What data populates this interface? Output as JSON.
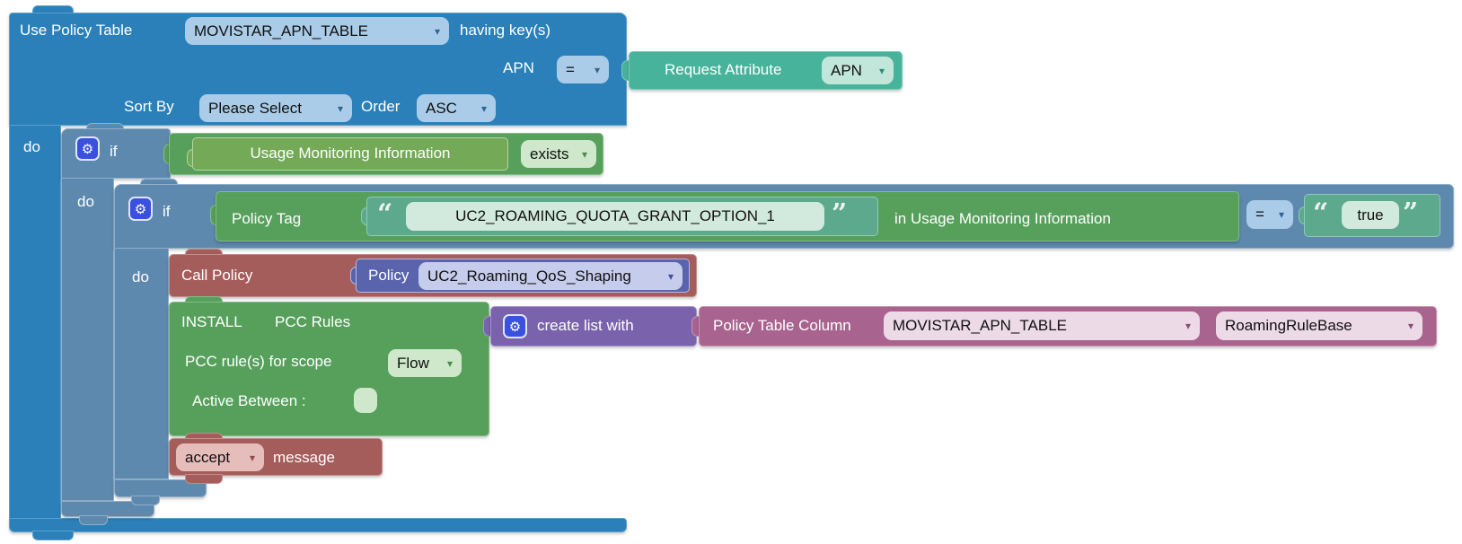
{
  "colors": {
    "workspace_bg": "#ffffff",
    "policy_table_blue": "#2b80ba",
    "if_steel_blue": "#5d89ae",
    "statement_green": "#57a05c",
    "operand_green": "#74a958",
    "request_attr_teal": "#47b39b",
    "string_teal": "#5ca98e",
    "action_red": "#a55d5b",
    "list_purple": "#7a63ac",
    "policy_indigo": "#5a64ad",
    "table_column_mauve": "#a9638f",
    "gear_blue": "#3a50e0"
  },
  "icons": {
    "gear": "⚙",
    "dropdown_arrow": "▾",
    "quote_open": "“",
    "quote_close": "”"
  },
  "blocks": {
    "use_policy_table": {
      "label": "Use Policy Table",
      "table": "MOVISTAR_APN_TABLE",
      "having": "having key(s)",
      "key_name": "APN",
      "key_op": "=",
      "sort_by": "Sort By",
      "sort_value": "Please Select",
      "order_label": "Order",
      "order_value": "ASC",
      "do": "do"
    },
    "request_attribute": {
      "label": "Request Attribute",
      "attribute": "APN"
    },
    "if1": {
      "if": "if",
      "do": "do"
    },
    "cond_usage_monitoring": {
      "operand": "Usage Monitoring Information",
      "operator": "exists"
    },
    "if2": {
      "if": "if",
      "do": "do",
      "op": "="
    },
    "cond_policy_tag": {
      "label": "Policy Tag",
      "value": "UC2_ROAMING_QUOTA_GRANT_OPTION_1",
      "suffix": "in Usage Monitoring Information"
    },
    "string_true": {
      "value": "true"
    },
    "call_policy": {
      "label": "Call Policy",
      "policy_label": "Policy",
      "policy_value": "UC2_Roaming_QoS_Shaping"
    },
    "install_pcc": {
      "install": "INSTALL",
      "rules": "PCC Rules",
      "scope_label": "PCC rule(s) for scope",
      "scope_value": "Flow",
      "active_label": "Active Between :"
    },
    "create_list": {
      "label": "create list with"
    },
    "policy_table_column": {
      "label": "Policy Table Column",
      "table": "MOVISTAR_APN_TABLE",
      "column": "RoamingRuleBase"
    },
    "accept_message": {
      "action": "accept",
      "label": "message"
    }
  }
}
